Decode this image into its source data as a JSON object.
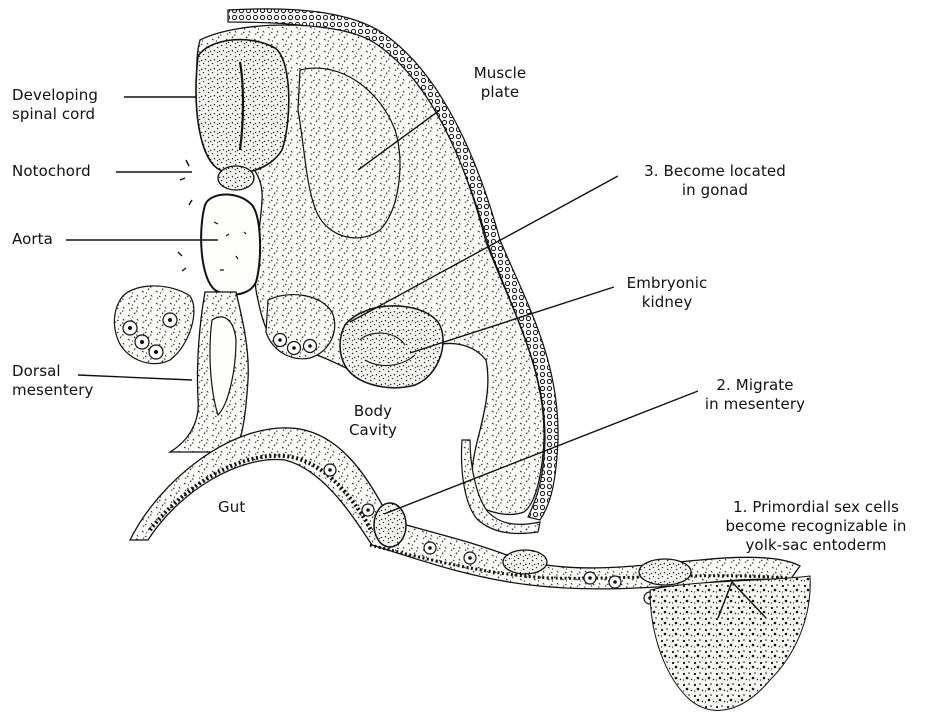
{
  "labels": {
    "developing_spinal_cord": [
      "Developing",
      "spinal cord"
    ],
    "notochord": "Notochord",
    "aorta": "Aorta",
    "dorsal_mesentery": [
      "Dorsal",
      "mesentery"
    ],
    "muscle_plate": [
      "Muscle",
      "plate"
    ],
    "become_located": [
      "3. Become located",
      "in gonad"
    ],
    "embryonic_kidney": [
      "Embryonic",
      "kidney"
    ],
    "migrate": [
      "2. Migrate",
      "in mesentery"
    ],
    "body_cavity": [
      "Body",
      "Cavity"
    ],
    "gut": "Gut",
    "primordial": [
      "1. Primordial sex cells",
      "become recognizable in",
      "yolk-sac entoderm"
    ]
  }
}
